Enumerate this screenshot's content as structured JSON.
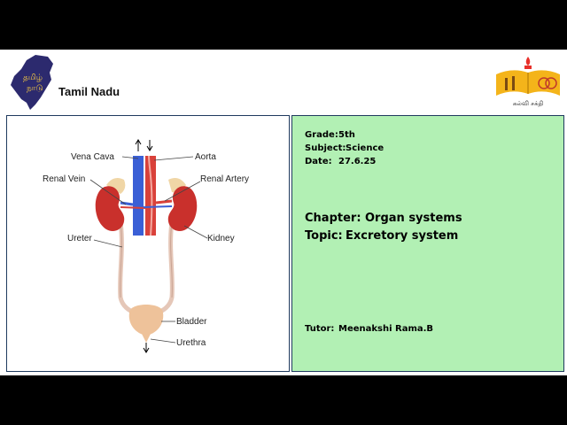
{
  "header": {
    "state_name": "Tamil Nadu",
    "map_badge_line1": "தமிழ்",
    "map_badge_line2": "நாடு",
    "logo_caption": "கல்வி சக்தி"
  },
  "diagram": {
    "labels": {
      "vena_cava": "Vena Cava",
      "aorta": "Aorta",
      "renal_vein": "Renal Vein",
      "renal_artery": "Renal Artery",
      "ureter": "Ureter",
      "kidney": "Kidney",
      "bladder": "Bladder",
      "urethra": "Urethra"
    },
    "colors": {
      "vein": "#3a5fd6",
      "artery": "#d9413a",
      "kidney": "#c9302c",
      "bladder": "#eec29a"
    }
  },
  "info": {
    "grade_label": "Grade:",
    "grade_value": "5th",
    "subject_label": "Subject:",
    "subject_value": "Science",
    "date_label": "Date:",
    "date_value": "27.6.25",
    "chapter_label": "Chapter:",
    "chapter_value": "Organ systems",
    "topic_label": "Topic:",
    "topic_value": "Excretory system",
    "tutor_label": "Tutor:",
    "tutor_value": "Meenakshi Rama.B"
  },
  "colors": {
    "panel_green": "#b2f0b4",
    "border": "#1f3a5f"
  }
}
